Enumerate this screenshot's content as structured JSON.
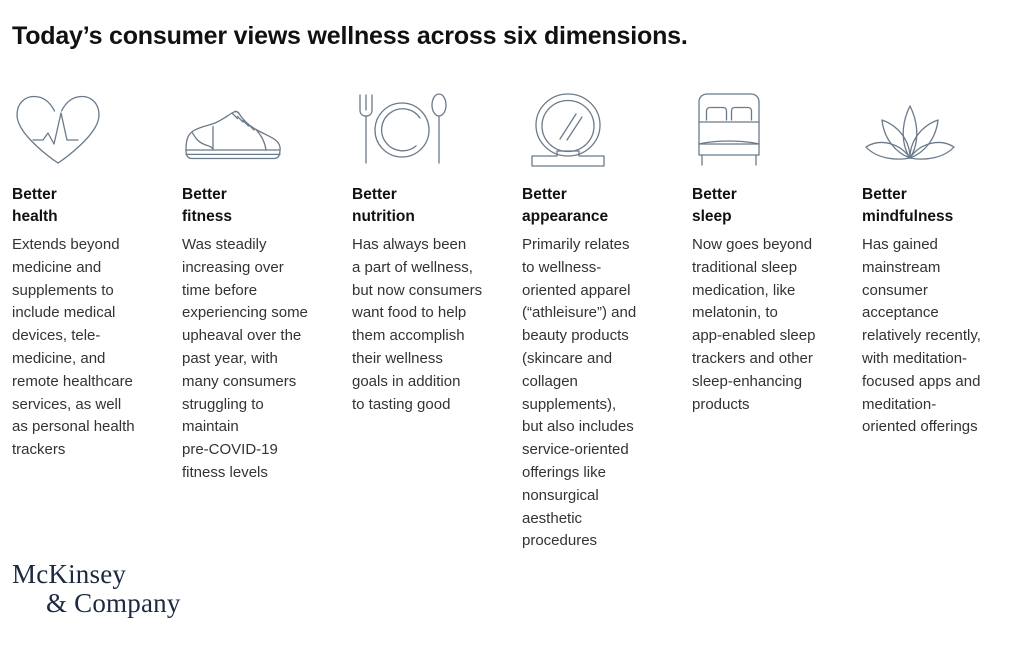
{
  "headline": "Today’s consumer views wellness across six dimensions.",
  "theme": {
    "background": "#ffffff",
    "headline_color": "#111111",
    "body_color": "#333333",
    "icon_stroke": "#6b7a8a",
    "logo_color": "#1b2a41"
  },
  "columns": [
    {
      "icon": "heart-pulse-icon",
      "title": "Better\nhealth",
      "body": "Extends beyond\nmedicine and\nsupplements to\ninclude medical\ndevices, tele-\nmedicine, and\nremote healthcare\nservices, as well\nas personal health\ntrackers"
    },
    {
      "icon": "sneaker-icon",
      "title": "Better\nfitness",
      "body": "Was steadily\nincreasing over\ntime before\nexperiencing some\nupheaval over the\npast year, with\nmany consumers\nstruggling to\nmaintain\npre-COVID-19\nfitness levels"
    },
    {
      "icon": "plate-fork-spoon-icon",
      "title": "Better\nnutrition",
      "body": "Has always been\na part of wellness,\nbut now consumers\nwant food to help\nthem accomplish\ntheir wellness\ngoals in addition\nto tasting good"
    },
    {
      "icon": "mirror-icon",
      "title": "Better\nappearance",
      "body": "Primarily relates\nto wellness-\noriented apparel\n(“athleisure”) and\nbeauty products\n(skincare and\ncollagen\nsupplements),\nbut also includes\nservice-oriented\nofferings like\nnonsurgical\naesthetic\nprocedures"
    },
    {
      "icon": "bed-icon",
      "title": "Better\nsleep",
      "body": "Now goes beyond\ntraditional sleep\nmedication, like\nmelatonin, to\napp-enabled sleep\ntrackers and other\nsleep-enhancing\nproducts"
    },
    {
      "icon": "lotus-icon",
      "title": "Better\nmindfulness",
      "body": "Has gained\nmainstream\nconsumer\nacceptance\nrelatively recently,\nwith meditation-\nfocused apps and\nmeditation-\noriented offerings"
    }
  ],
  "logo": {
    "line1": "McKinsey",
    "line2": "& Company"
  }
}
